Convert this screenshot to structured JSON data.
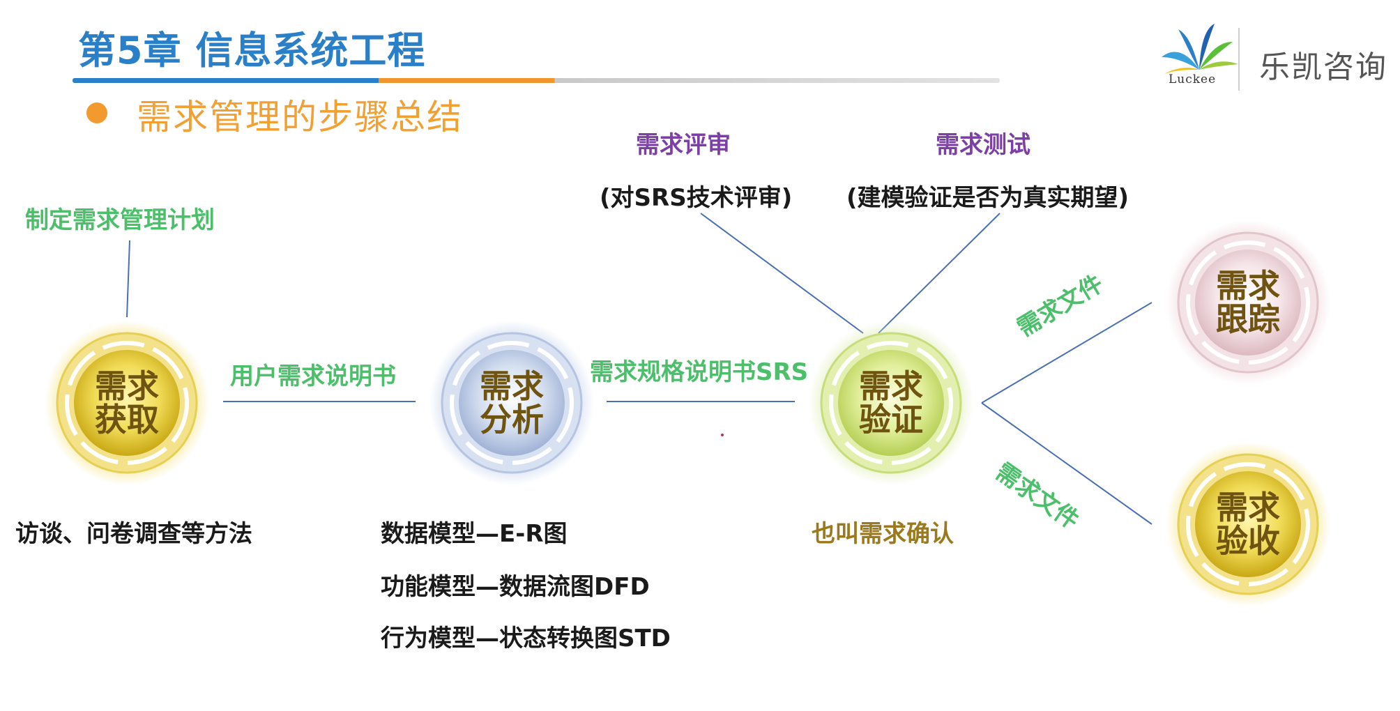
{
  "header": {
    "title": "第5章 信息系统工程",
    "subtitle": "需求管理的步骤总结"
  },
  "brand": {
    "logo_word": "Luckee",
    "company_name": "乐凯咨询"
  },
  "diagram": {
    "nodes": [
      {
        "id": "acquire",
        "line1": "需求",
        "line2": "获取",
        "color": "yellow"
      },
      {
        "id": "analyze",
        "line1": "需求",
        "line2": "分析",
        "color": "blue"
      },
      {
        "id": "verify",
        "line1": "需求",
        "line2": "验证",
        "color": "green"
      },
      {
        "id": "trace",
        "line1": "需求",
        "line2": "跟踪",
        "color": "pink"
      },
      {
        "id": "accept",
        "line1": "需求",
        "line2": "验收",
        "color": "yellow"
      }
    ],
    "plan_label": "制定需求管理计划",
    "edge_acquire_analyze": "用户需求说明书",
    "edge_analyze_verify": "需求规格说明书SRS",
    "edge_verify_trace": "需求文件",
    "edge_verify_accept": "需求文件",
    "review_title": "需求评审",
    "review_detail": "(对SRS技术评审)",
    "test_title": "需求测试",
    "test_detail": "(建模验证是否为真实期望)",
    "acquire_note": "访谈、问卷调查等方法",
    "analyze_notes": [
      "数据模型—E-R图",
      "功能模型—数据流图DFD",
      "行为模型—状态转换图STD"
    ],
    "verify_note": "也叫需求确认"
  },
  "colors": {
    "title_blue": "#2a7fc9",
    "accent_orange": "#f29a2e",
    "label_green": "#4cbf6b",
    "label_purple": "#7b3fa6",
    "connector": "#4a6fb3"
  }
}
